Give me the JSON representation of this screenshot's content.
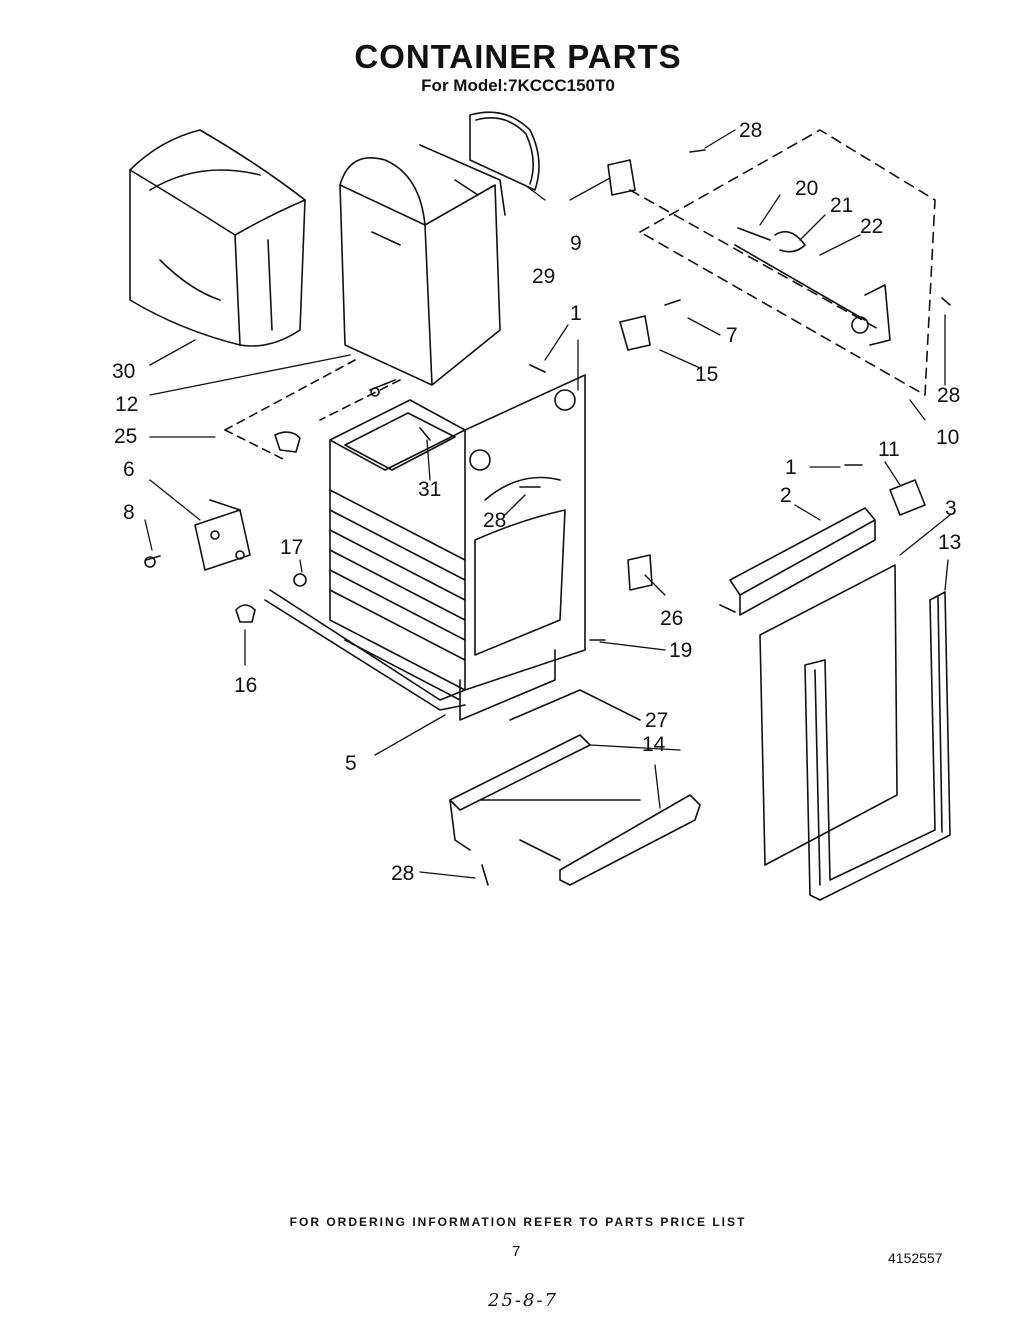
{
  "header": {
    "title": "CONTAINER PARTS",
    "subtitle": "For Model:7KCCC150T0"
  },
  "callouts": {
    "c1a": "1",
    "c1b": "1",
    "c2": "2",
    "c3": "3",
    "c5": "5",
    "c6": "6",
    "c7": "7",
    "c8": "8",
    "c9": "9",
    "c10": "10",
    "c11": "11",
    "c12": "12",
    "c13": "13",
    "c14": "14",
    "c15": "15",
    "c16": "16",
    "c17": "17",
    "c19": "19",
    "c20": "20",
    "c21": "21",
    "c22": "22",
    "c25": "25",
    "c26": "26",
    "c27": "27",
    "c28a": "28",
    "c28b": "28",
    "c28c": "28",
    "c28d": "28",
    "c29": "29",
    "c30": "30",
    "c31": "31"
  },
  "footer": {
    "ordering_note": "FOR ORDERING INFORMATION REFER TO PARTS PRICE LIST",
    "page_number": "7",
    "document_number": "4152557",
    "handwritten": "25-8-7"
  }
}
